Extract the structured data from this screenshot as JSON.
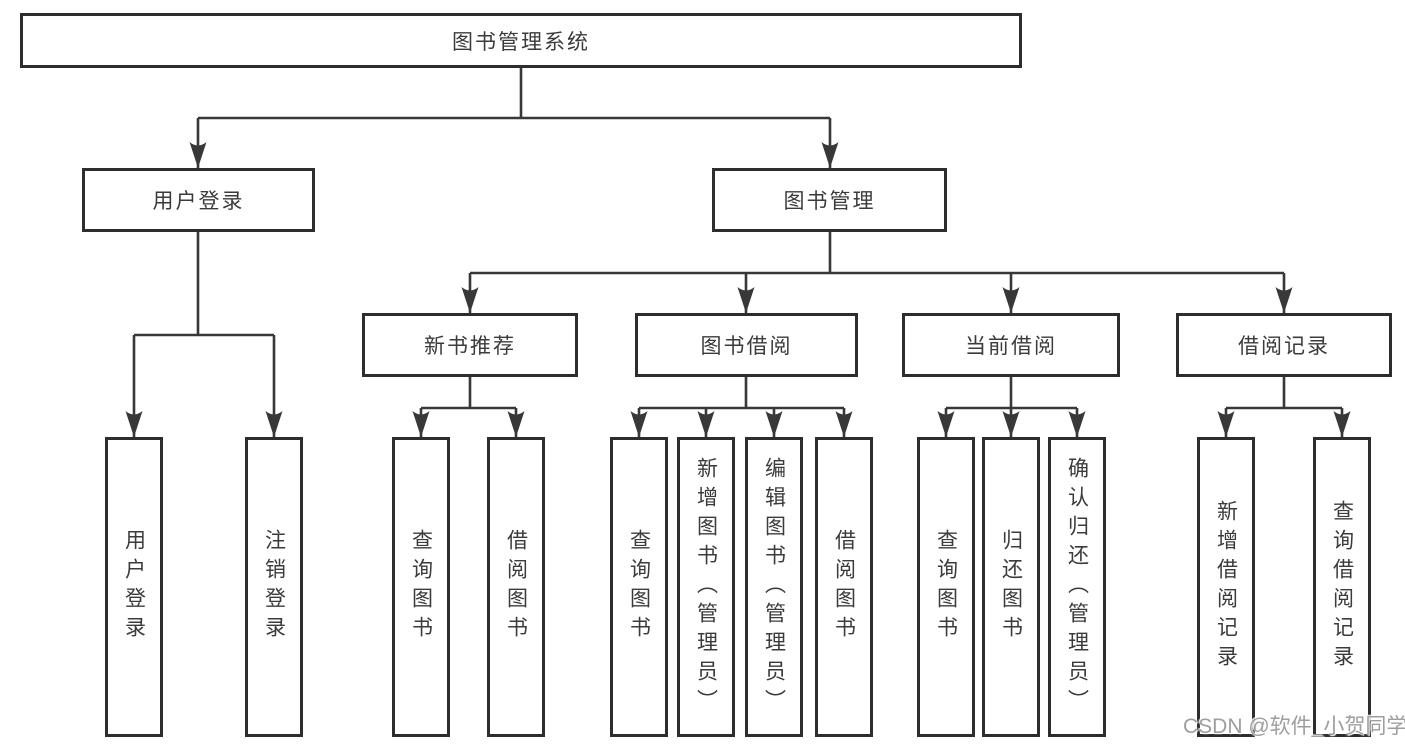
{
  "tree": {
    "label": "图书管理系统",
    "children": [
      {
        "label": "用户登录",
        "children": [
          {
            "label": "用户登录"
          },
          {
            "label": "注销登录"
          }
        ]
      },
      {
        "label": "图书管理",
        "children": [
          {
            "label": "新书推荐",
            "children": [
              {
                "label": "查询图书"
              },
              {
                "label": "借阅图书"
              }
            ]
          },
          {
            "label": "图书借阅",
            "children": [
              {
                "label": "查询图书"
              },
              {
                "label": "新增图书（管理员）"
              },
              {
                "label": "编辑图书（管理员）"
              },
              {
                "label": "借阅图书"
              }
            ]
          },
          {
            "label": "当前借阅",
            "children": [
              {
                "label": "查询图书"
              },
              {
                "label": "归还图书"
              },
              {
                "label": "确认归还（管理员）"
              }
            ]
          },
          {
            "label": "借阅记录",
            "children": [
              {
                "label": "新增借阅记录"
              },
              {
                "label": "查询借阅记录"
              }
            ]
          }
        ]
      }
    ]
  },
  "watermark": "CSDN @软件_小贺同学",
  "colors": {
    "line": "#383838",
    "box_border": "#2d2d2d",
    "text": "#3b3b3b",
    "watermark": "#9e9e9e",
    "background": "#ffffff"
  }
}
